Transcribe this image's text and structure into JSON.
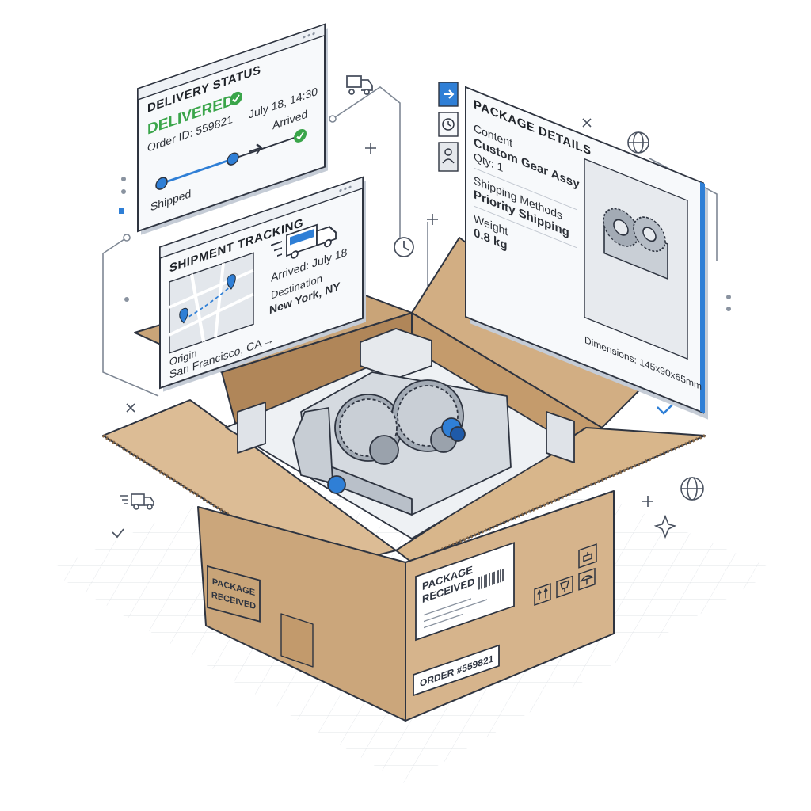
{
  "delivery_status": {
    "heading": "DELIVERY STATUS",
    "status": "DELIVERED",
    "order_id": "Order ID: 559821",
    "date_time": "July 18, 14:30",
    "step_shipped": "Shipped",
    "step_arrived": "Arrived"
  },
  "shipment_tracking": {
    "heading": "SHIPMENT TRACKING",
    "arrived": "Arrived: July 18",
    "destination_label": "Destination",
    "destination_value": "New York, NY",
    "origin_label": "Origin",
    "origin_value": "San Francisco, CA"
  },
  "package_details": {
    "heading": "PACKAGE DETAILS",
    "content_label": "Content",
    "content_value": "Custom Gear Assy",
    "qty": "Qty: 1",
    "shipping_label": "Shipping Methods",
    "shipping_value": "Priority Shipping",
    "weight_label": "Weight",
    "weight_value": "0.8 kg",
    "dimensions": "Dimensions: 145x90x65mm"
  },
  "box": {
    "stamp_left": [
      "PACKAGE",
      "RECEIVED"
    ],
    "label_right": [
      "PACKAGE",
      "RECEIVED"
    ],
    "order_label": "ORDER #559821"
  },
  "colors": {
    "accent_blue": "#2f7fd6",
    "status_green": "#3aa54a",
    "cardboard": "#d6b48c",
    "cardboard_dark": "#b8946a",
    "line": "#2e3440"
  }
}
